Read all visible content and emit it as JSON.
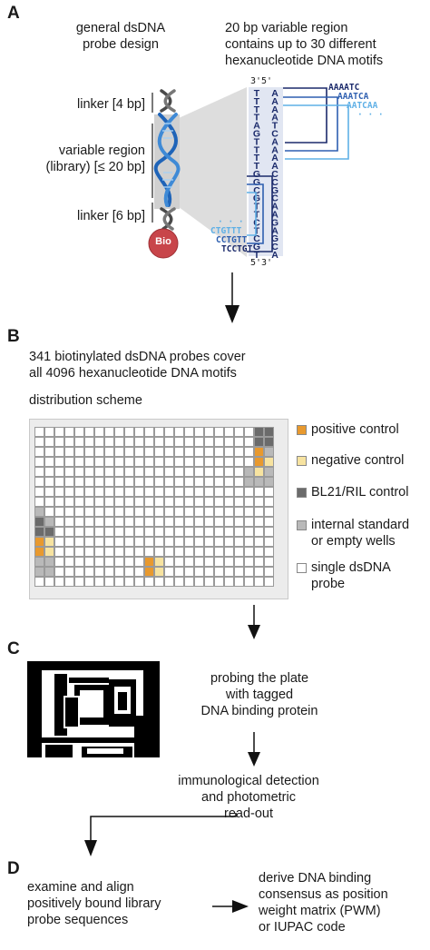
{
  "panel_a": {
    "letter": "A",
    "probe_title": [
      "general dsDNA",
      "probe design"
    ],
    "region_title": [
      "20 bp variable region",
      "contains up to 30 different",
      "hexanucleotide DNA motifs"
    ],
    "labels": {
      "linker_top": "linker [4 bp]",
      "variable": [
        "variable region",
        "(library) [≤ 20 bp]"
      ],
      "linker_bottom": "linker [6 bp]"
    },
    "bio_label": "Bio",
    "strand_top_ends": "3'5'",
    "strand_bottom_ends": "5'3'",
    "strand_left": "TTTTAGTTTTGGCGTTCTCGT",
    "strand_right": "AAAATCAAAACCGCAAGAGCA",
    "motifs_right": [
      "AAAATC",
      "AAATCA",
      "AATCAA",
      "· · ·"
    ],
    "motifs_left": [
      "· · ·",
      "CTGTTT",
      "CCTGTT",
      "TCCTGT"
    ],
    "colors": {
      "dark_blue": "#1b2a6b",
      "mid_blue": "#2e5fb0",
      "light_blue": "#5fb0e6",
      "bio_red": "#c8454a"
    }
  },
  "panel_b": {
    "letter": "B",
    "headline": [
      "341 biotinylated dsDNA probes cover",
      "all 4096 hexanucleotide DNA motifs"
    ],
    "subtitle": "distribution scheme",
    "legend": [
      {
        "label": [
          "positive control"
        ],
        "color": "#e8992e"
      },
      {
        "label": [
          "negative control"
        ],
        "color": "#f7e3a0"
      },
      {
        "label": [
          "BL21/RIL control"
        ],
        "color": "#6b6b6b"
      },
      {
        "label": [
          "internal standard",
          "or empty wells"
        ],
        "color": "#b9b9b9"
      },
      {
        "label": [
          "single dsDNA",
          "probe"
        ],
        "color": "#ffffff"
      }
    ],
    "plate": {
      "rows": 16,
      "cols": 24,
      "special_wells": [
        {
          "r": 0,
          "c": 22,
          "k": "d"
        },
        {
          "r": 0,
          "c": 23,
          "k": "d"
        },
        {
          "r": 1,
          "c": 22,
          "k": "d"
        },
        {
          "r": 1,
          "c": 23,
          "k": "d"
        },
        {
          "r": 2,
          "c": 22,
          "k": "p"
        },
        {
          "r": 2,
          "c": 23,
          "k": "g"
        },
        {
          "r": 3,
          "c": 22,
          "k": "p"
        },
        {
          "r": 3,
          "c": 23,
          "k": "n"
        },
        {
          "r": 4,
          "c": 21,
          "k": "g"
        },
        {
          "r": 4,
          "c": 22,
          "k": "n"
        },
        {
          "r": 4,
          "c": 23,
          "k": "g"
        },
        {
          "r": 5,
          "c": 21,
          "k": "g"
        },
        {
          "r": 5,
          "c": 22,
          "k": "g"
        },
        {
          "r": 5,
          "c": 23,
          "k": "g"
        },
        {
          "r": 8,
          "c": 0,
          "k": "g"
        },
        {
          "r": 9,
          "c": 0,
          "k": "d"
        },
        {
          "r": 9,
          "c": 1,
          "k": "g"
        },
        {
          "r": 10,
          "c": 0,
          "k": "d"
        },
        {
          "r": 10,
          "c": 1,
          "k": "d"
        },
        {
          "r": 11,
          "c": 0,
          "k": "p"
        },
        {
          "r": 11,
          "c": 1,
          "k": "n"
        },
        {
          "r": 12,
          "c": 0,
          "k": "p"
        },
        {
          "r": 12,
          "c": 1,
          "k": "n"
        },
        {
          "r": 13,
          "c": 0,
          "k": "g"
        },
        {
          "r": 13,
          "c": 1,
          "k": "g"
        },
        {
          "r": 14,
          "c": 0,
          "k": "g"
        },
        {
          "r": 14,
          "c": 1,
          "k": "g"
        },
        {
          "r": 13,
          "c": 11,
          "k": "p"
        },
        {
          "r": 13,
          "c": 12,
          "k": "n"
        },
        {
          "r": 14,
          "c": 11,
          "k": "p"
        },
        {
          "r": 14,
          "c": 12,
          "k": "n"
        }
      ]
    }
  },
  "panel_c": {
    "letter": "C",
    "step1": [
      "probing the plate",
      "with tagged",
      "DNA binding protein"
    ],
    "step2": [
      "immunological detection",
      "and photometric",
      "read-out"
    ]
  },
  "panel_d": {
    "letter": "D",
    "left": [
      "examine and align",
      "positively bound library",
      "probe sequences"
    ],
    "right": [
      "derive DNA binding",
      "consensus as position",
      "weight matrix (PWM)",
      "or IUPAC code"
    ]
  }
}
